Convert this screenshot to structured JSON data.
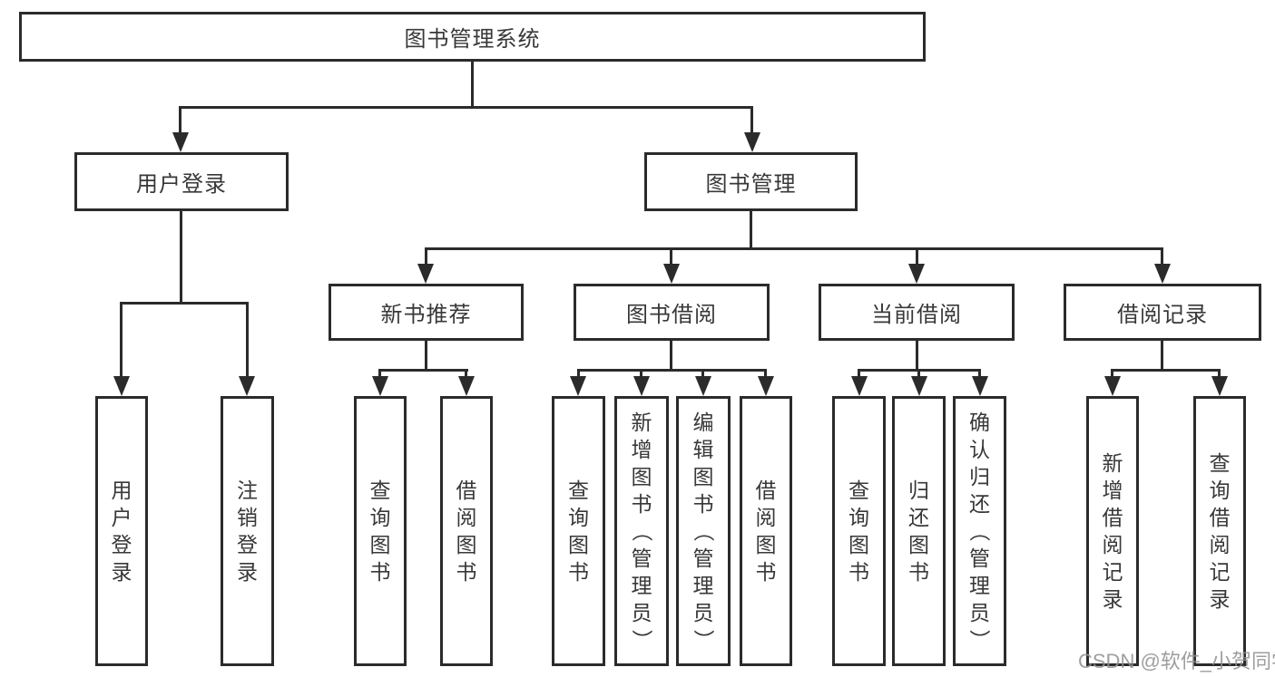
{
  "diagram": {
    "root": {
      "label": "图书管理系统"
    },
    "level2": [
      {
        "label": "用户登录"
      },
      {
        "label": "图书管理"
      }
    ],
    "level3": [
      {
        "label": "新书推荐",
        "parent": "图书管理"
      },
      {
        "label": "图书借阅",
        "parent": "图书管理"
      },
      {
        "label": "当前借阅",
        "parent": "图书管理"
      },
      {
        "label": "借阅记录",
        "parent": "图书管理"
      }
    ],
    "leaves": [
      {
        "label": "用户登录",
        "parent": "用户登录"
      },
      {
        "label": "注销登录",
        "parent": "用户登录"
      },
      {
        "label": "查询图书",
        "parent": "新书推荐"
      },
      {
        "label": "借阅图书",
        "parent": "新书推荐"
      },
      {
        "label": "查询图书",
        "parent": "图书借阅"
      },
      {
        "label": "新增图书（管理员）",
        "parent": "图书借阅"
      },
      {
        "label": "编辑图书（管理员）",
        "parent": "图书借阅"
      },
      {
        "label": "借阅图书",
        "parent": "图书借阅"
      },
      {
        "label": "查询图书",
        "parent": "当前借阅"
      },
      {
        "label": "归还图书",
        "parent": "当前借阅"
      },
      {
        "label": "确认归还（管理员）",
        "parent": "当前借阅"
      },
      {
        "label": "新增借阅记录",
        "parent": "借阅记录"
      },
      {
        "label": "查询借阅记录",
        "parent": "借阅记录"
      }
    ],
    "watermark": "CSDN @软件_小贺同学",
    "colors": {
      "line": "#2b2b2b",
      "text": "#383838",
      "background": "#ffffff",
      "watermark": "#919191"
    }
  }
}
